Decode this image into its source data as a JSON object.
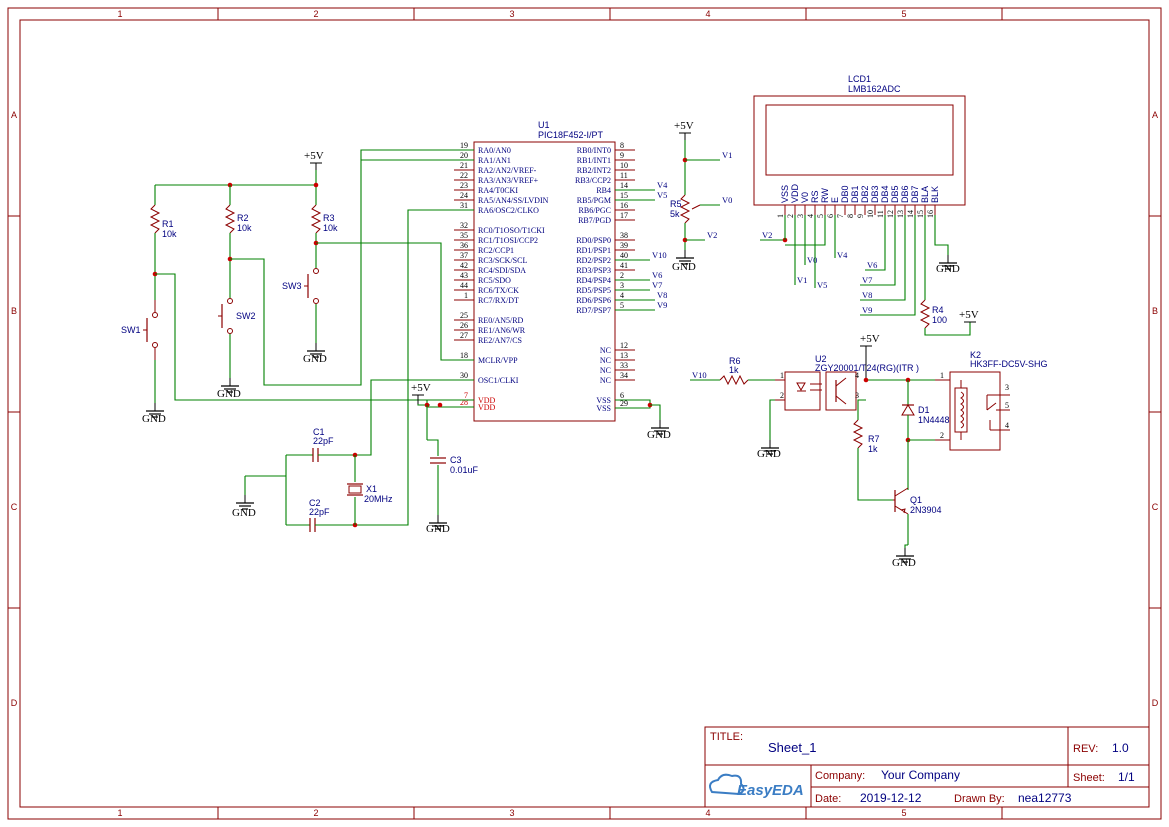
{
  "frame": {
    "cols": [
      "1",
      "2",
      "3",
      "4",
      "5"
    ],
    "rows": [
      "A",
      "B",
      "C",
      "D"
    ]
  },
  "title_block": {
    "title_label": "TITLE:",
    "title": "Sheet_1",
    "rev_label": "REV:",
    "rev": "1.0",
    "company_label": "Company:",
    "company": "Your Company",
    "sheet_label": "Sheet:",
    "sheet": "1/1",
    "date_label": "Date:",
    "date": "2019-12-12",
    "drawn_label": "Drawn By:",
    "drawn": "nea12773",
    "logo": "EasyEDA"
  },
  "u1": {
    "ref": "U1",
    "part": "PIC18F452-I/PT",
    "left": [
      [
        "19",
        "RA0/AN0"
      ],
      [
        "20",
        "RA1/AN1"
      ],
      [
        "21",
        "RA2/AN2/VREF-"
      ],
      [
        "22",
        "RA3/AN3/VREF+"
      ],
      [
        "23",
        "RA4/T0CKI"
      ],
      [
        "24",
        "RA5/AN4/SS/LVDIN"
      ],
      [
        "31",
        "RA6/OSC2/CLKO"
      ],
      [
        "32",
        "RC0/T1OSO/T1CKI"
      ],
      [
        "35",
        "RC1/T1OSI/CCP2"
      ],
      [
        "36",
        "RC2/CCP1"
      ],
      [
        "37",
        "RC3/SCK/SCL"
      ],
      [
        "42",
        "RC4/SDI/SDA"
      ],
      [
        "43",
        "RC5/SDO"
      ],
      [
        "44",
        "RC6/TX/CK"
      ],
      [
        "1",
        "RC7/RX/DT"
      ],
      [
        "25",
        "RE0/AN5/RD"
      ],
      [
        "26",
        "RE1/AN6/WR"
      ],
      [
        "27",
        "RE2/AN7/CS"
      ],
      [
        "18",
        "MCLR/VPP"
      ],
      [
        "30",
        "OSC1/CLKI"
      ],
      [
        "7",
        "VDD"
      ],
      [
        "28",
        "VDD"
      ]
    ],
    "right": [
      [
        "8",
        "RB0/INT0"
      ],
      [
        "9",
        "RB1/INT1"
      ],
      [
        "10",
        "RB2/INT2"
      ],
      [
        "11",
        "RB3/CCP2"
      ],
      [
        "14",
        "RB4"
      ],
      [
        "15",
        "RB5/PGM"
      ],
      [
        "16",
        "RB6/PGC"
      ],
      [
        "17",
        "RB7/PGD"
      ],
      [
        "38",
        "RD0/PSP0"
      ],
      [
        "39",
        "RD1/PSP1"
      ],
      [
        "40",
        "RD2/PSP2"
      ],
      [
        "41",
        "RD3/PSP3"
      ],
      [
        "2",
        "RD4/PSP4"
      ],
      [
        "3",
        "RD5/PSP5"
      ],
      [
        "4",
        "RD6/PSP6"
      ],
      [
        "5",
        "RD7/PSP7"
      ],
      [
        "12",
        "NC"
      ],
      [
        "13",
        "NC"
      ],
      [
        "33",
        "NC"
      ],
      [
        "34",
        "NC"
      ],
      [
        "6",
        "VSS"
      ],
      [
        "29",
        "VSS"
      ]
    ]
  },
  "lcd": {
    "ref": "LCD1",
    "part": "LMB162ADC",
    "pins": [
      [
        "1",
        "VSS"
      ],
      [
        "2",
        "VDD"
      ],
      [
        "3",
        "V0"
      ],
      [
        "4",
        "RS"
      ],
      [
        "5",
        "RW"
      ],
      [
        "6",
        "E"
      ],
      [
        "7",
        "DB0"
      ],
      [
        "8",
        "DB1"
      ],
      [
        "9",
        "DB2"
      ],
      [
        "10",
        "DB3"
      ],
      [
        "11",
        "DB4"
      ],
      [
        "12",
        "DB5"
      ],
      [
        "13",
        "DB6"
      ],
      [
        "14",
        "DB7"
      ],
      [
        "15",
        "BLA"
      ],
      [
        "16",
        "BLK"
      ]
    ]
  },
  "parts": {
    "r1": [
      "R1",
      "10k"
    ],
    "r2": [
      "R2",
      "10k"
    ],
    "r3": [
      "R3",
      "10k"
    ],
    "r4": [
      "R4",
      "100"
    ],
    "r5": [
      "R5",
      "5k"
    ],
    "r6": [
      "R6",
      "1k"
    ],
    "r7": [
      "R7",
      "1k"
    ],
    "sw1": "SW1",
    "sw2": "SW2",
    "sw3": "SW3",
    "c1": [
      "C1",
      "22pF"
    ],
    "c2": [
      "C2",
      "22pF"
    ],
    "c3": [
      "C3",
      "0.01uF"
    ],
    "x1": [
      "X1",
      "20MHz"
    ],
    "u2": [
      "U2",
      "ZGY20001/T24(RG)(ITR )"
    ],
    "k2": [
      "K2",
      "HK3FF-DC5V-SHG"
    ],
    "d1": [
      "D1",
      "1N4448"
    ],
    "q1": [
      "Q1",
      "2N3904"
    ]
  },
  "power": {
    "vcc": "+5V",
    "gnd": "GND"
  },
  "nets": {
    "v1": "V1",
    "v2": "V2",
    "v4": "V4",
    "v5": "V5",
    "v6": "V6",
    "v7": "V7",
    "v8": "V8",
    "v9": "V9",
    "v10": "V10",
    "v0": "V0"
  },
  "pin_nums": {
    "one": "1",
    "two": "2",
    "three": "3",
    "four": "4",
    "five": "5"
  }
}
